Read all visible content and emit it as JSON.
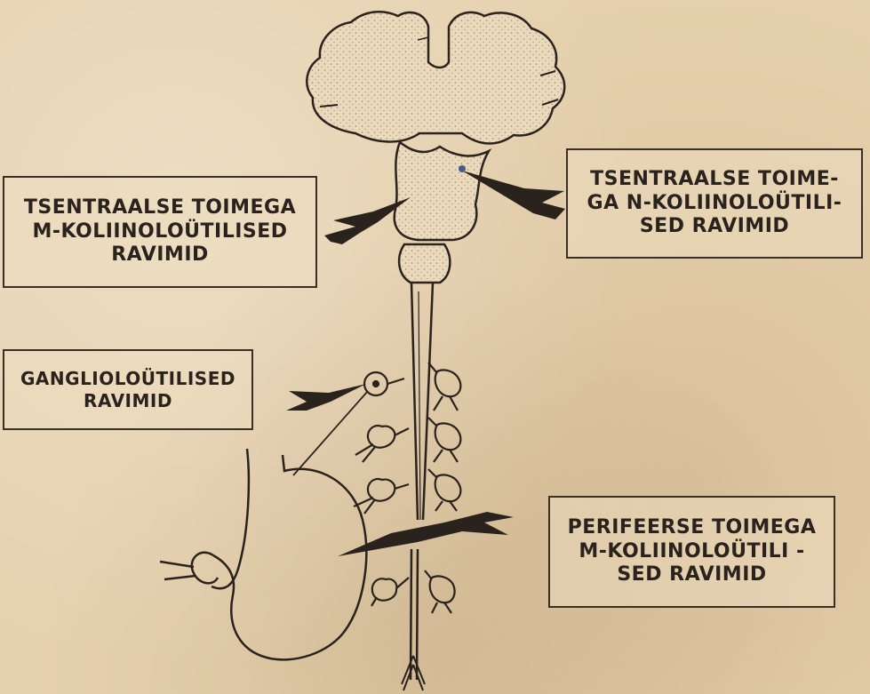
{
  "labels": {
    "central_m": {
      "lines": [
        "TSENTRAALSE TOIMEGA",
        "M-KOLIINOLOÜTILISED",
        "RAVIMID"
      ]
    },
    "central_n": {
      "lines": [
        "TSENTRAALSE TOIME-",
        "GA N-KOLIINOLOÜTILI-",
        "SED RAVIMID"
      ]
    },
    "ganglion": {
      "lines": [
        "GANGLIOLOÜTILISED",
        "RAVIMID"
      ]
    },
    "peripheral_m": {
      "lines": [
        "PERIFEERSE TOIMEGA",
        "M-KOLIINOLOÜTILI -",
        "SED RAVIMID"
      ]
    }
  },
  "colors": {
    "paper": "#e6d1ae",
    "ink": "#2a221c",
    "brain_fill": "#e9d8b8"
  }
}
